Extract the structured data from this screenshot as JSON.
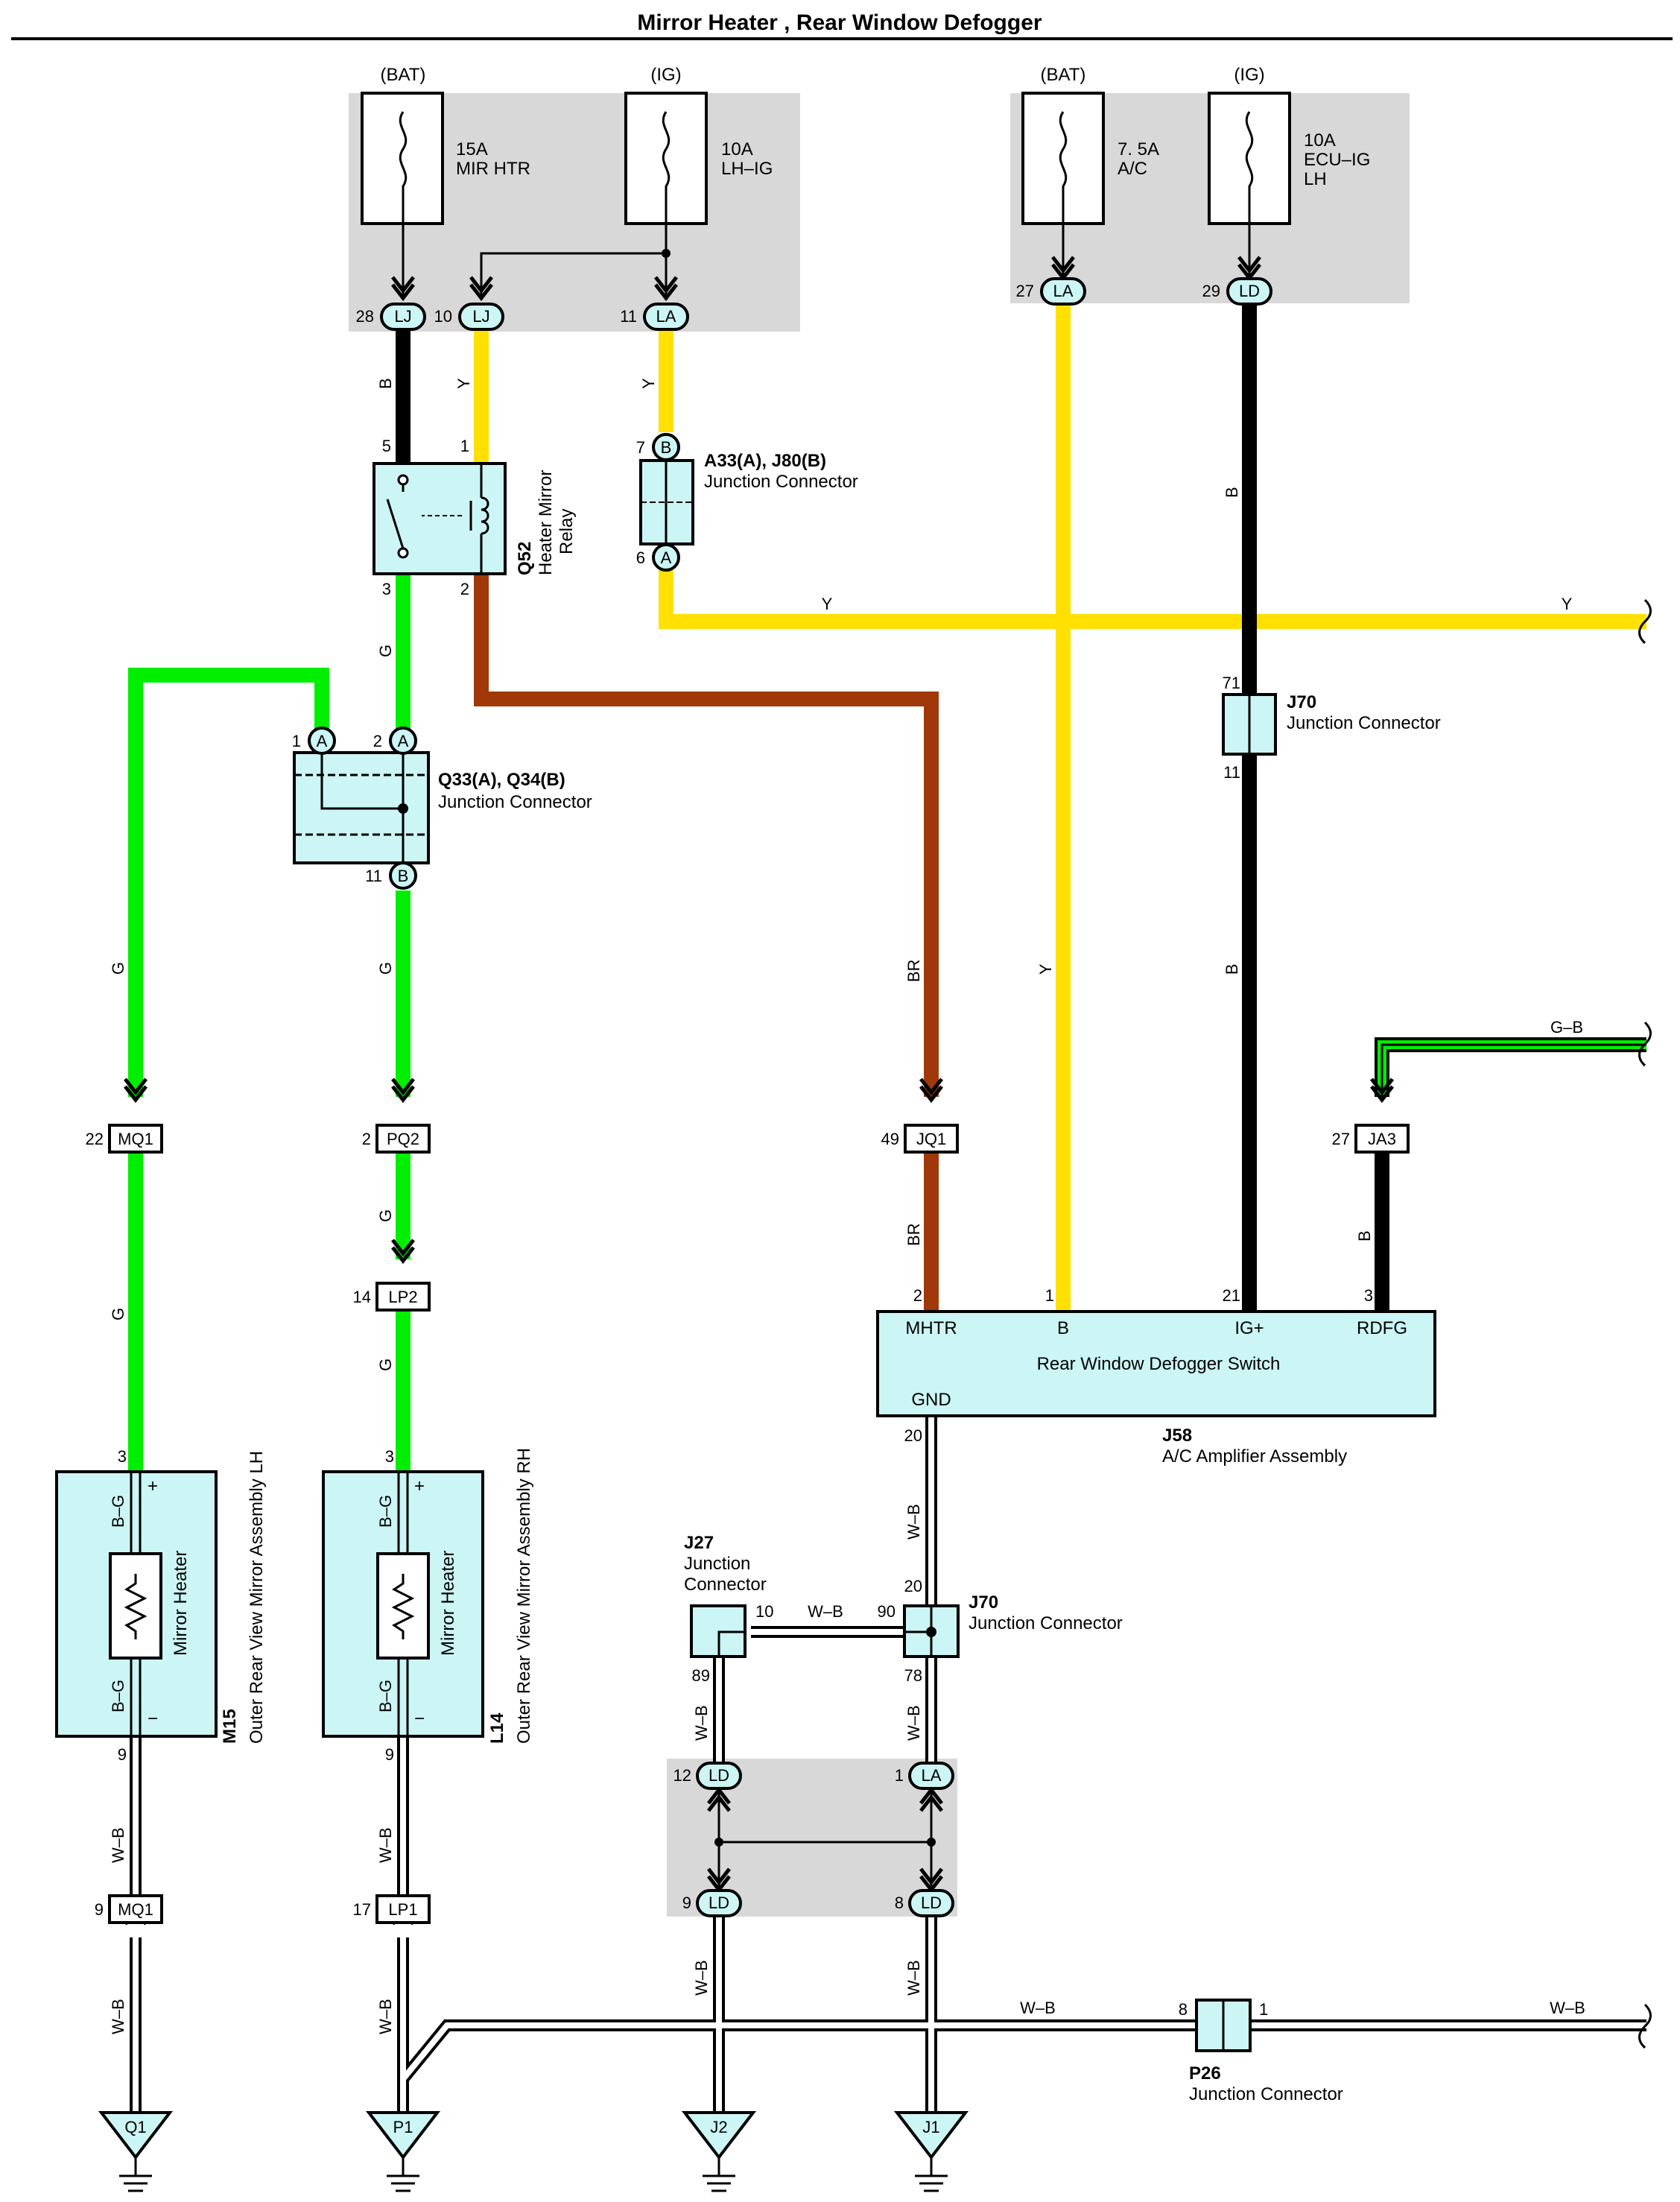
{
  "title": "Mirror Heater , Rear Window Defogger",
  "colors": {
    "yellow": "#ffe000",
    "black": "#000000",
    "green": "#00ee00",
    "brown": "#a0380a",
    "white_wire": "#ffffff",
    "component_fill": "#ccf5f5",
    "junction_block": "#d8d8d8"
  },
  "fuses": [
    {
      "supply": "(BAT)",
      "rating": "15A",
      "name": "MIR HTR"
    },
    {
      "supply": "(IG)",
      "rating": "10A",
      "name": "LH–IG"
    },
    {
      "supply": "(BAT)",
      "rating": "7. 5A",
      "name": "A/C"
    },
    {
      "supply": "(IG)",
      "rating": "10A",
      "name": "ECU–IG\nLH"
    }
  ],
  "block_connectors": [
    {
      "pin": "28",
      "code": "LJ"
    },
    {
      "pin": "10",
      "code": "LJ"
    },
    {
      "pin": "11",
      "code": "LA"
    },
    {
      "pin": "27",
      "code": "LA"
    },
    {
      "pin": "29",
      "code": "LD"
    },
    {
      "pin": "12",
      "code": "LD"
    },
    {
      "pin": "1",
      "code": "LA"
    },
    {
      "pin": "9",
      "code": "LD"
    },
    {
      "pin": "8",
      "code": "LD"
    }
  ],
  "components": {
    "relay": {
      "id": "Q52",
      "name": "Heater Mirror\nRelay",
      "pins": [
        "5",
        "1",
        "3",
        "2"
      ]
    },
    "a33": {
      "id": "A33(A), J80(B)",
      "name": "Junction Connector",
      "pins": [
        "7",
        "6"
      ],
      "letters": [
        "B",
        "A"
      ]
    },
    "q33": {
      "id": "Q33(A), Q34(B)",
      "name": "Junction Connector",
      "pins": [
        "1",
        "2",
        "11"
      ],
      "letters": [
        "A",
        "A",
        "B"
      ]
    },
    "j70_top": {
      "id": "J70",
      "name": "Junction Connector",
      "pins": [
        "71",
        "11"
      ]
    },
    "j58": {
      "id": "J58",
      "name": "A/C Amplifier Assembly",
      "inner": "Rear Window Defogger Switch",
      "terminals": [
        "MHTR",
        "B",
        "IG+",
        "RDFG",
        "GND"
      ],
      "pins": [
        "2",
        "1",
        "21",
        "3",
        "20"
      ]
    },
    "m15": {
      "id": "M15",
      "name": "Outer Rear View Mirror Assembly LH",
      "heater": "Mirror Heater",
      "pins": [
        "3",
        "9"
      ],
      "plus": "+",
      "minus": "−",
      "wire_in": "B–G",
      "wire_out": "B–G"
    },
    "l14": {
      "id": "L14",
      "name": "Outer Rear View Mirror Assembly RH",
      "heater": "Mirror Heater",
      "pins": [
        "3",
        "9"
      ],
      "plus": "+",
      "minus": "−",
      "wire_in": "B–G",
      "wire_out": "B–G"
    },
    "j27": {
      "id": "J27",
      "name": "Junction\nConnector",
      "pins": [
        "10",
        "89"
      ]
    },
    "j70_bottom": {
      "id": "J70",
      "name": "Junction Connector",
      "pins": [
        "20",
        "90",
        "78"
      ]
    },
    "p26": {
      "id": "P26",
      "name": "Junction Connector",
      "pins": [
        "8",
        "1"
      ]
    }
  },
  "inline_connectors": [
    {
      "pin": "22",
      "code": "MQ1"
    },
    {
      "pin": "2",
      "code": "PQ2"
    },
    {
      "pin": "14",
      "code": "LP2"
    },
    {
      "pin": "49",
      "code": "JQ1"
    },
    {
      "pin": "27",
      "code": "JA3"
    },
    {
      "pin": "9",
      "code": "MQ1"
    },
    {
      "pin": "17",
      "code": "LP1"
    }
  ],
  "grounds": [
    "Q1",
    "P1",
    "J2",
    "J1"
  ],
  "wire_colors": {
    "b": "B",
    "y": "Y",
    "g": "G",
    "br": "BR",
    "gb": "G–B",
    "wb": "W–B"
  }
}
